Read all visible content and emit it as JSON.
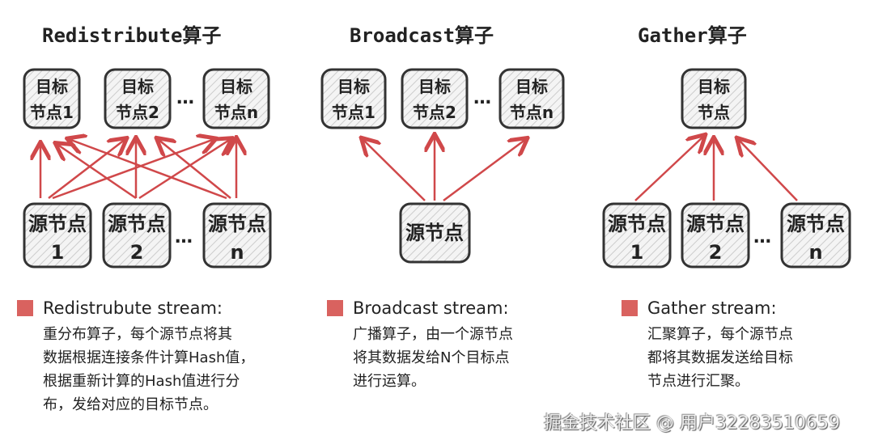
{
  "accent": "#d0484a",
  "redistribute": {
    "title": "Redistribute算子",
    "targets": [
      [
        "目标",
        "节点1"
      ],
      [
        "目标",
        "节点2"
      ],
      [
        "目标",
        "节点n"
      ]
    ],
    "sources": [
      [
        "源节点",
        "1"
      ],
      [
        "源节点",
        "2"
      ],
      [
        "源节点",
        "n"
      ]
    ],
    "ellipsis": "…"
  },
  "broadcast": {
    "title": "Broadcast算子",
    "targets": [
      [
        "目标",
        "节点1"
      ],
      [
        "目标",
        "节点2"
      ],
      [
        "目标",
        "节点n"
      ]
    ],
    "source": "源节点",
    "ellipsis": "…"
  },
  "gather": {
    "title": "Gather算子",
    "target": [
      "目标",
      "节点"
    ],
    "sources": [
      [
        "源节点",
        "1"
      ],
      [
        "源节点",
        "2"
      ],
      [
        "源节点",
        "n"
      ]
    ],
    "ellipsis": "…"
  },
  "legend": [
    {
      "title": "Redistrubute stream:",
      "lines": [
        "重分布算子，每个源节点将其",
        "数据根据连接条件计算Hash值，",
        "根据重新计算的Hash值进行分",
        "布，发给对应的目标节点。"
      ]
    },
    {
      "title": "Broadcast stream:",
      "lines": [
        "广播算子，由一个源节点",
        "将其数据发给N个目标点",
        "进行运算。"
      ]
    },
    {
      "title": "Gather stream:",
      "lines": [
        "汇聚算子，每个源节点",
        "都将其数据发送给目标",
        "节点进行汇聚。"
      ]
    }
  ],
  "watermark": "掘金技术社区 @ 用户32283510659"
}
